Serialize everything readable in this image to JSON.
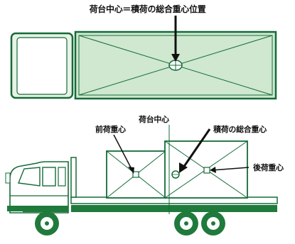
{
  "labels": {
    "top_caption": "荷台中心＝積荷の総合重心位置",
    "front_load_cog": "前荷重心",
    "bed_center": "荷台中心",
    "total_load_cog": "積荷の総合重心",
    "rear_load_cog": "後荷重心"
  },
  "colors": {
    "outline": "#156b38",
    "panel_fill": "#cfe8cf",
    "cargo_fill": "#ffffff",
    "stripe": "#1f7a3c",
    "text": "#111111"
  }
}
